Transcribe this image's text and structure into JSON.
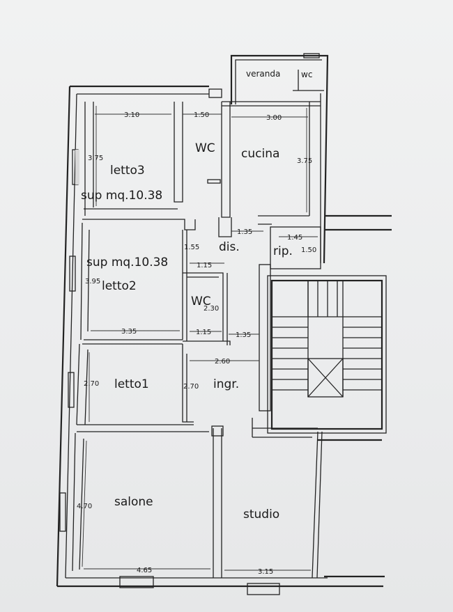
{
  "rooms": {
    "veranda": "veranda",
    "wc_veranda": "wc",
    "wc_top": "WC",
    "cucina": "cucina",
    "letto3": "letto3",
    "letto3_area": "sup  mq.10.38",
    "dis": "dis.",
    "rip": "rip.",
    "letto2": "letto2",
    "letto2_area": "sup  mq.10.38",
    "wc_mid": "WC",
    "letto1": "letto1",
    "ingr": "ingr.",
    "salone": "salone",
    "studio": "studio"
  },
  "dimensions": {
    "letto3_w": "3.10",
    "wc_w": "1.50",
    "cucina_w": "3.00",
    "letto3_h": "3.75",
    "cucina_h": "3.75",
    "dis_w": "1.35",
    "rip_w": "1.45",
    "rip_h": "1.50",
    "dis_h": "1.55",
    "wc_mid_w": "1.15",
    "letto2_h": "3.95",
    "wc_mid_h": "2.30",
    "letto2_w": "3.35",
    "wc_mid_w2": "1.15",
    "dis_w2": "1.35",
    "ingr_w": "2.60",
    "letto1_h": "2.70",
    "ingr_h": "2.70",
    "salone_h": "4.70",
    "salone_w": "4.65",
    "studio_w": "3.15"
  }
}
